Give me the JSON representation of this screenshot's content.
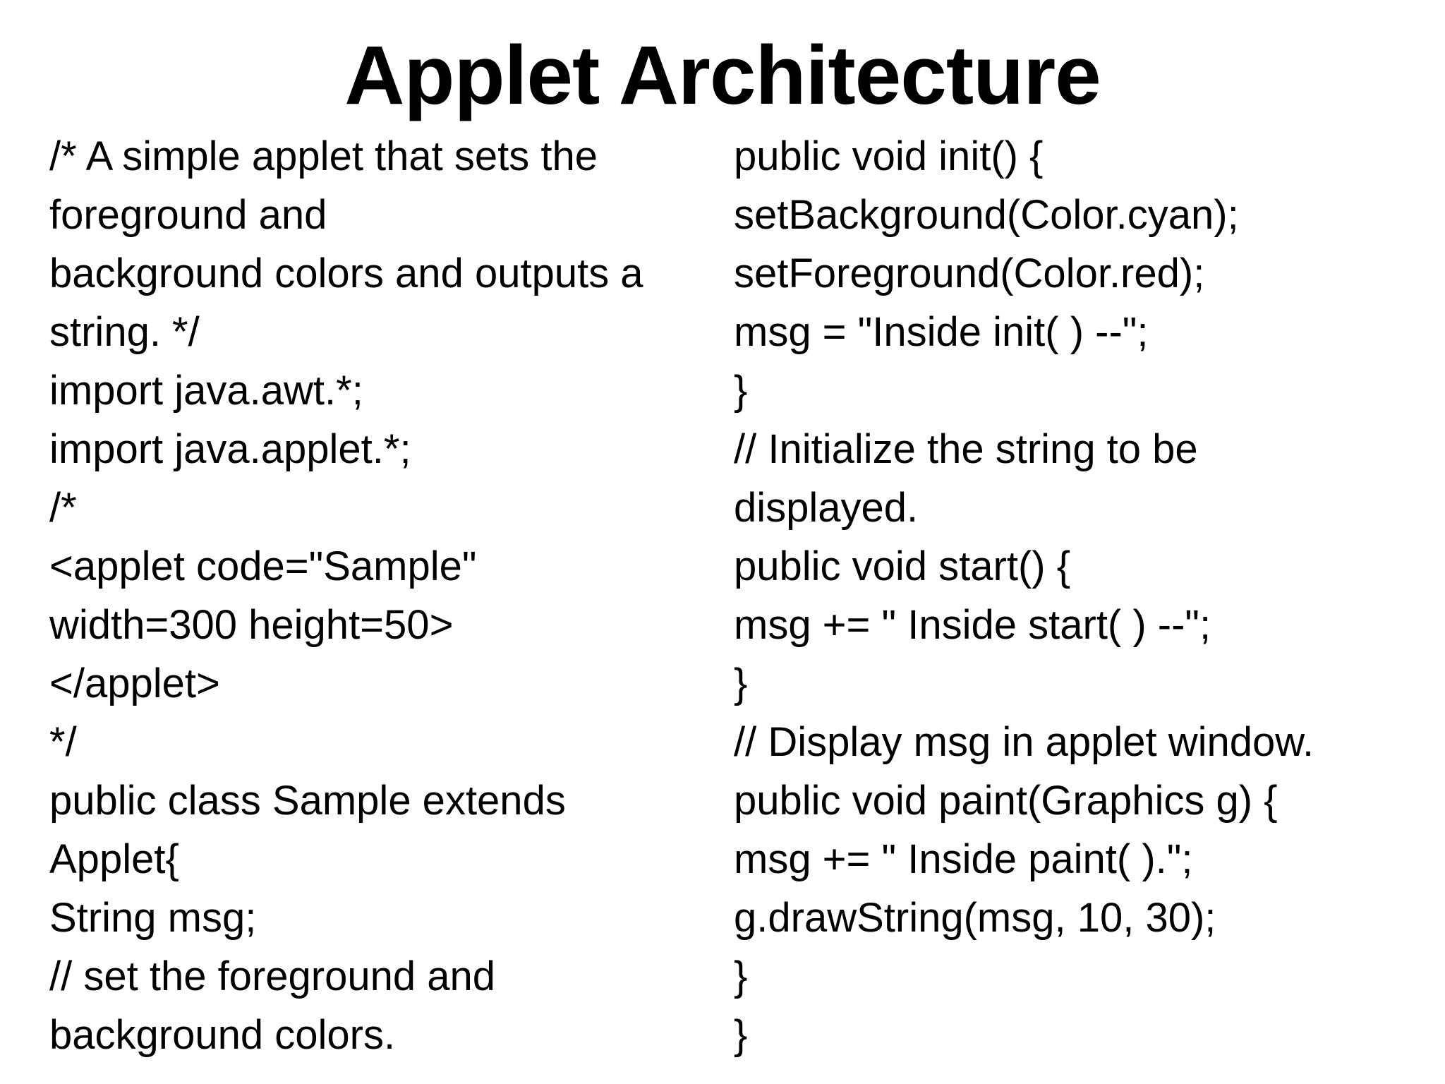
{
  "slide": {
    "title": "Applet Architecture",
    "left_column": [
      "/* A simple applet that sets the",
      "foreground and",
      "background colors and outputs a",
      "string. */",
      "import java.awt.*;",
      "import java.applet.*;",
      "/*",
      "<applet code=\"Sample\"",
      "width=300 height=50>",
      "</applet>",
      "*/",
      "public class Sample extends",
      "Applet{",
      "String msg;",
      "// set the foreground and",
      "background colors."
    ],
    "right_column": [
      "public void init() {",
      "setBackground(Color.cyan);",
      "setForeground(Color.red);",
      "msg = \"Inside init( ) --\";",
      "}",
      "// Initialize the string to be",
      "displayed.",
      "public void start() {",
      "msg += \" Inside start( ) --\";",
      "}",
      "// Display msg in applet window.",
      "public void paint(Graphics g) {",
      "msg += \" Inside paint( ).\";",
      "g.drawString(msg, 10, 30);",
      "}",
      "}"
    ]
  }
}
